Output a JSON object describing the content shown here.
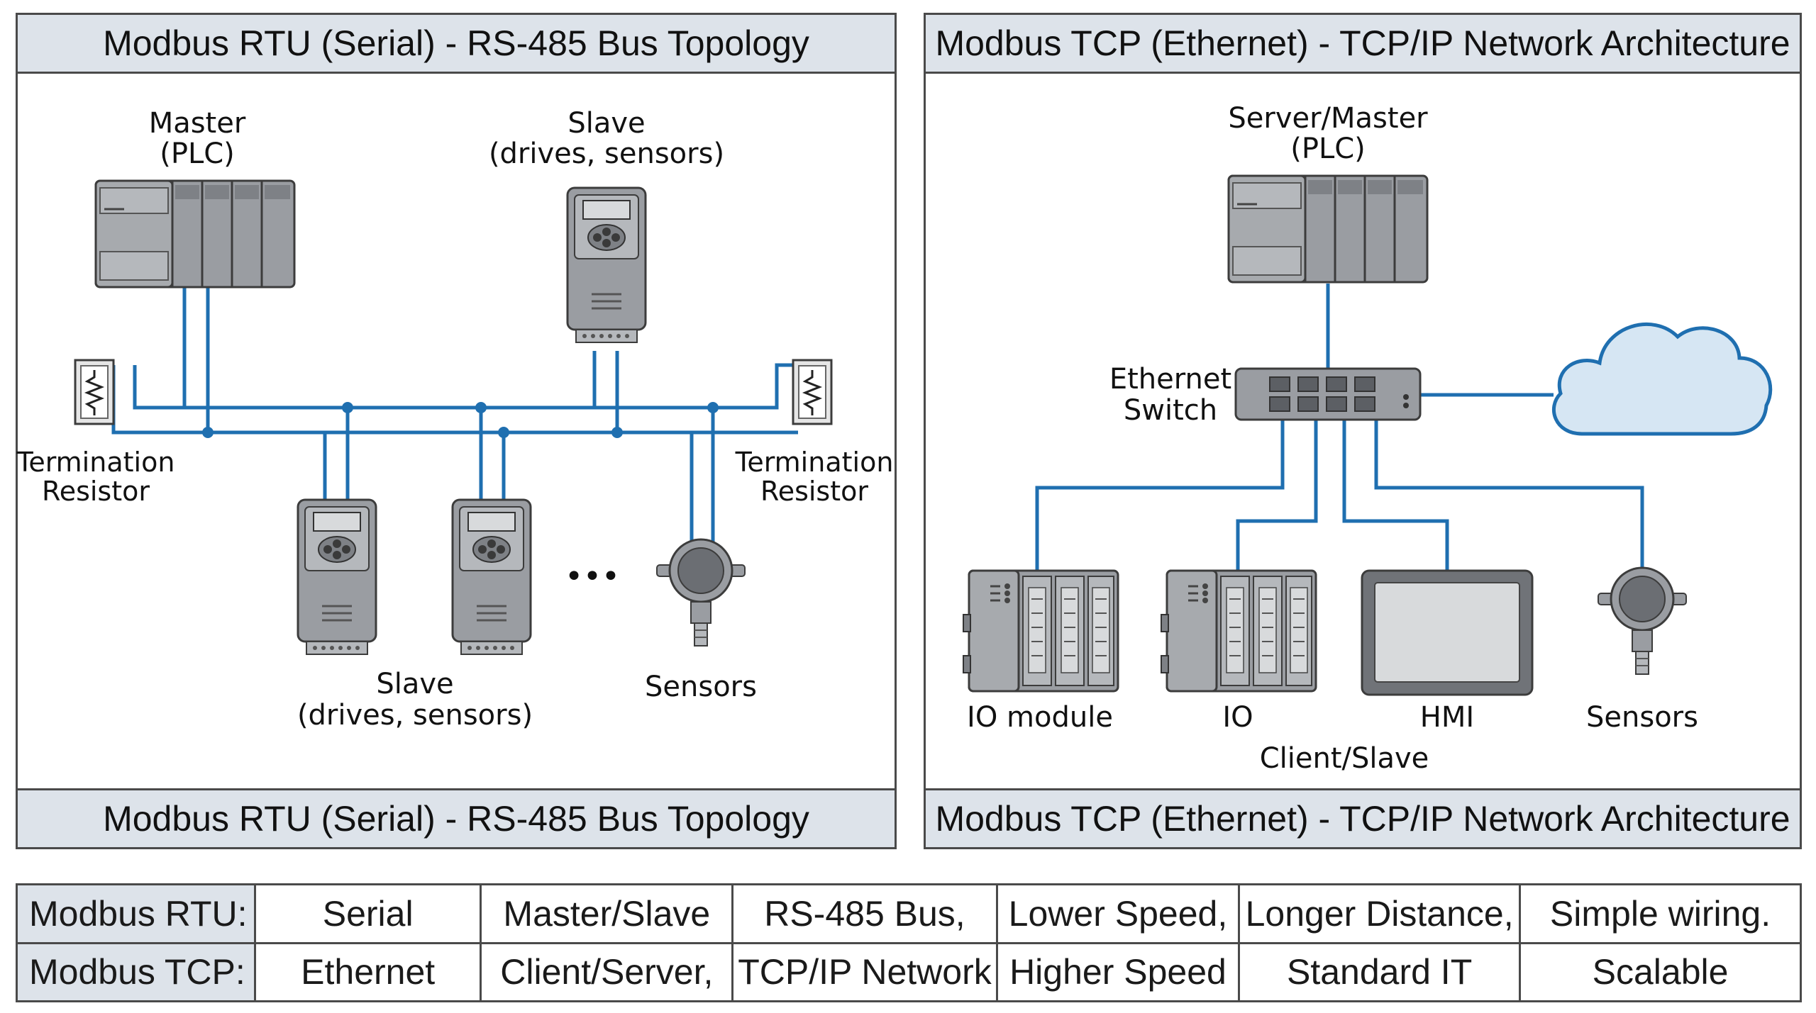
{
  "rtu": {
    "title": "Modbus RTU (Serial) - RS-485 Bus Topology",
    "footer": "Modbus RTU (Serial) - RS-485 Bus Topology",
    "master_label": [
      "Master",
      "(PLC)"
    ],
    "slave_top_label": [
      "Slave",
      "(drives, sensors)"
    ],
    "slave_bottom_label": [
      "Slave",
      "(drives, sensors)"
    ],
    "sensors_label": "Sensors",
    "ellipsis": "•••",
    "termination_left": [
      "Termination",
      "Resistor"
    ],
    "termination_right": [
      "Termination",
      "Resistor"
    ]
  },
  "tcp": {
    "title": "Modbus TCP (Ethernet) - TCP/IP Network Architecture",
    "footer": "Modbus TCP (Ethernet) - TCP/IP Network Architecture",
    "server_label": [
      "Server/Master",
      "(PLC)"
    ],
    "switch_label": [
      "Ethernet",
      "Switch"
    ],
    "io_module_label": "IO module",
    "io_label": "IO",
    "hmi_label": "HMI",
    "sensors_label": "Sensors",
    "client_label": "Client/Slave"
  },
  "comparison": {
    "rows": [
      {
        "label": "Modbus RTU:",
        "cells": [
          "Serial",
          "Master/Slave",
          "RS-485 Bus,",
          "Lower Speed,",
          "Longer Distance,",
          "Simple wiring."
        ]
      },
      {
        "label": "Modbus TCP:",
        "cells": [
          "Ethernet",
          "Client/Server,",
          "TCP/IP Network",
          "Higher Speed",
          "Standard IT",
          "Scalable"
        ]
      }
    ]
  },
  "colors": {
    "wire": "#1f6fb0",
    "device": "#9a9da2",
    "header_bg": "#dde3ea",
    "cloud": "#d6e6f3"
  }
}
